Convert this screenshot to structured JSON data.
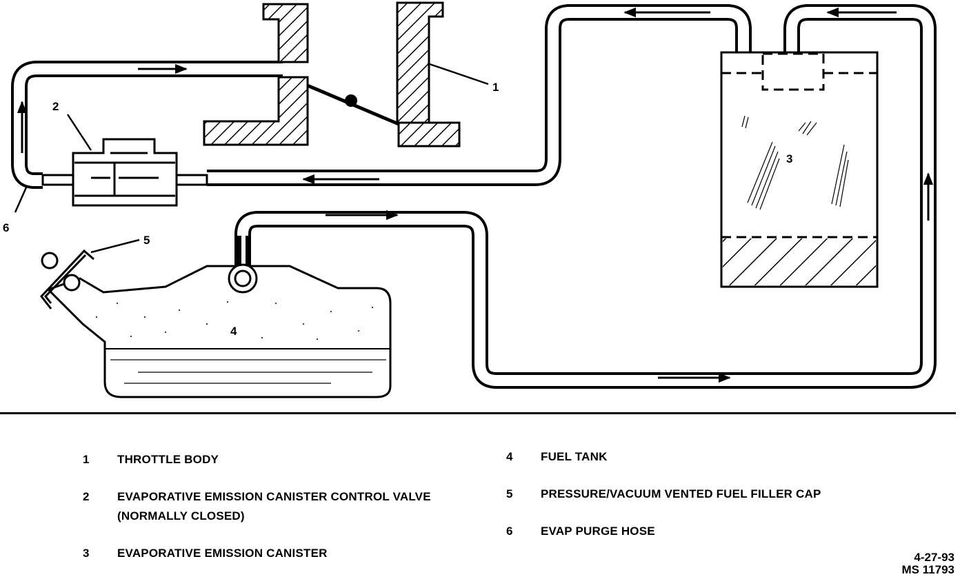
{
  "callouts": {
    "throttle_body": "1",
    "control_valve": "2",
    "canister": "3",
    "fuel_tank": "4",
    "filler_cap": "5",
    "purge_hose": "6"
  },
  "legend": [
    {
      "num": "1",
      "text": "THROTTLE BODY"
    },
    {
      "num": "2",
      "text": "EVAPORATIVE EMISSION CANISTER CONTROL VALVE",
      "text2": "(NORMALLY CLOSED)"
    },
    {
      "num": "3",
      "text": "EVAPORATIVE EMISSION CANISTER"
    },
    {
      "num": "4",
      "text": "FUEL TANK"
    },
    {
      "num": "5",
      "text": "PRESSURE/VACUUM VENTED FUEL FILLER CAP"
    },
    {
      "num": "6",
      "text": "EVAP PURGE HOSE"
    }
  ],
  "stamp": {
    "date": "4-27-93",
    "code": "MS 11793"
  }
}
